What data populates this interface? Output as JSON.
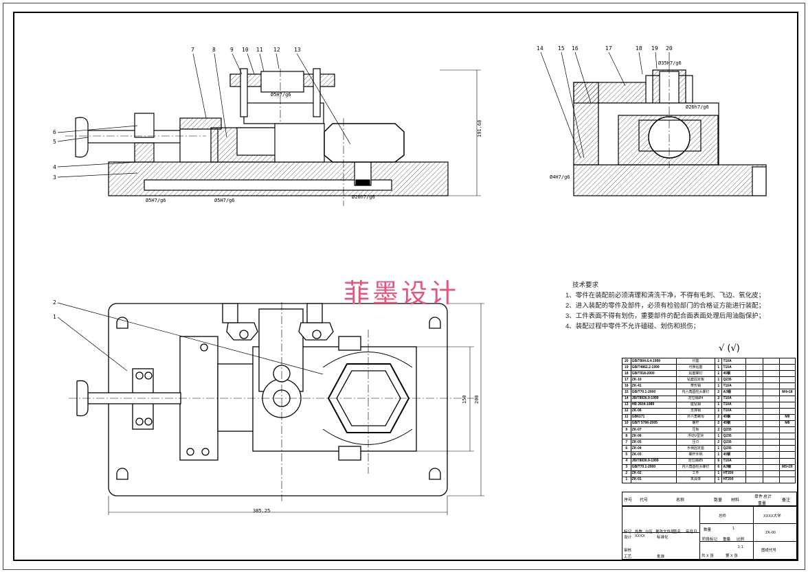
{
  "watermark": "菲墨设计",
  "requirements": {
    "title": "技术要求",
    "items": [
      "1、零件在装配前必须清理和清洗干净，不得有毛刺、飞边、氧化皮；",
      "2、进入装配的零件及部件，必须有检验部门的合格证方能进行装配；",
      "3、工件表面不得有划伤，重要部件的配合面表面处理后用油脂保护；",
      "4、装配过程中零件不允许磕碰、划伤和损伤；"
    ]
  },
  "roughness": "√ (√)",
  "front_view": {
    "balloons": [
      "7",
      "8",
      "9",
      "10",
      "11",
      "12",
      "13"
    ],
    "left_balloons": [
      "6",
      "5",
      "4",
      "3"
    ],
    "dims": {
      "height": "191.68",
      "fit1": "Ø5H7/g6",
      "fit2": "Ø5H7/g6",
      "fit3": "Ø5H7/g6",
      "fit4": "Ø20h7/g6"
    }
  },
  "side_view": {
    "balloons": [
      "14",
      "15",
      "16",
      "17",
      "18",
      "19",
      "20"
    ],
    "dims": {
      "fit1": "Ø35H7/g6",
      "fit2": "Ø26h7/g6",
      "fit3": "Ø4H7/g6"
    }
  },
  "top_view": {
    "balloons": [
      "2",
      "1"
    ],
    "dims": {
      "width": "385.25",
      "h1": "150",
      "h2": "200"
    }
  },
  "bom": [
    {
      "no": "20",
      "code": "GB/T804.6.4-1999",
      "name": "衬套",
      "qty": "1",
      "mat": "T10A",
      "rem": ""
    },
    {
      "no": "19",
      "code": "GB/T4862.2-1999",
      "name": "可换钻套",
      "qty": "1",
      "mat": "T10A",
      "rem": ""
    },
    {
      "no": "18",
      "code": "GB/T918-2000",
      "name": "钻套螺钉",
      "qty": "1",
      "mat": "45钢",
      "rem": ""
    },
    {
      "no": "17",
      "code": "ZK-10",
      "name": "钻套固定板",
      "qty": "1",
      "mat": "Q235",
      "rem": ""
    },
    {
      "no": "16",
      "code": "ZK-41",
      "name": "菱形销",
      "qty": "1",
      "mat": "T10A",
      "rem": ""
    },
    {
      "no": "15",
      "code": "GB/T70.1-2000",
      "name": "内六角圆柱头螺钉",
      "qty": "2",
      "mat": "A3钢",
      "rem": "M4×18"
    },
    {
      "no": "14",
      "code": "JB/T8936.9-1999",
      "name": "定位销Ø4",
      "qty": "2",
      "mat": "T10A",
      "rem": ""
    },
    {
      "no": "13",
      "code": "HB 2604-1989",
      "name": "座钻销",
      "qty": "1",
      "mat": "T10A",
      "rem": ""
    },
    {
      "no": "12",
      "code": "ZK-06",
      "name": "支撑销",
      "qty": "1",
      "mat": "T10A",
      "rem": ""
    },
    {
      "no": "11",
      "code": "GB6171",
      "name": "外六角螺母",
      "qty": "2",
      "mat": "45钢",
      "rem": "M8"
    },
    {
      "no": "10",
      "code": "GB/T 5796-2005",
      "name": "螺杆",
      "qty": "2",
      "mat": "45钢",
      "rem": "M8"
    },
    {
      "no": "9",
      "code": "ZK-07",
      "name": "压板",
      "qty": "2",
      "mat": "Q235",
      "rem": ""
    },
    {
      "no": "8",
      "code": "ZK-06",
      "name": "浮动V型块",
      "qty": "1",
      "mat": "Q235",
      "rem": ""
    },
    {
      "no": "7",
      "code": "ZK-05",
      "name": "压爪",
      "qty": "2",
      "mat": "Q235",
      "rem": ""
    },
    {
      "no": "6",
      "code": "ZK-04",
      "name": "手柄固定座",
      "qty": "1",
      "mat": "Q235",
      "rem": ""
    },
    {
      "no": "5",
      "code": "ZK-03",
      "name": "螺杆手柄",
      "qty": "1",
      "mat": "45钢",
      "rem": ""
    },
    {
      "no": "4",
      "code": "JB/T8936.9-1999",
      "name": "定位销Ø5",
      "qty": "6",
      "mat": "T10A",
      "rem": ""
    },
    {
      "no": "3",
      "code": "GB/T70.1-2000",
      "name": "内六角圆柱头螺钉",
      "qty": "6",
      "mat": "A3钢",
      "rem": "M5×20"
    },
    {
      "no": "2",
      "code": "ZK-02",
      "name": "工件",
      "qty": "1",
      "mat": "HT200",
      "rem": ""
    },
    {
      "no": "1",
      "code": "ZK-01",
      "name": "夹具体",
      "qty": "1",
      "mat": "HT200",
      "rem": ""
    }
  ],
  "bom_header": {
    "no": "序号",
    "code": "代号",
    "name": "名称",
    "qty": "数量",
    "mat": "材料",
    "w1": "单件",
    "w2": "总计",
    "w3": "重量",
    "rem": "备注"
  },
  "title_block": {
    "assembly": "总件",
    "school": "XXXX大学",
    "quantity_label": "数量",
    "quantity": "1",
    "drawing_no": "ZK-00",
    "stage_label": "阶段标记",
    "weight_label": "重量",
    "scale_label": "比例",
    "scale": "1:1",
    "designer_label": "设计",
    "designer": "XXXX",
    "standard_label": "标准化",
    "review_label": "审核",
    "process_label": "工艺",
    "approve_label": "批准",
    "sheets": "共 X 张",
    "sheet": "第 X 张",
    "drawing_code": "图纸代号",
    "mark_label": "标记",
    "count_label": "处数",
    "zone_label": "分区",
    "change_label": "更改文件号",
    "sign_label": "签名",
    "date_label": "年月日"
  }
}
